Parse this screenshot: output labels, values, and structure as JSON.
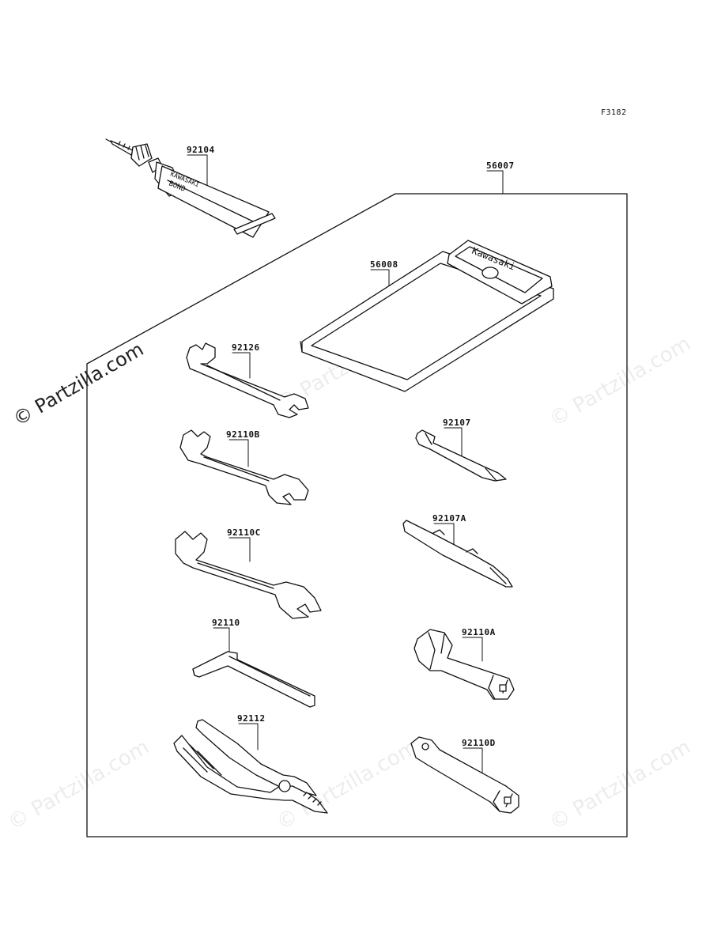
{
  "figure_code": "F3182",
  "watermark": "© Partzilla.com",
  "parts": {
    "bond": "92104",
    "kit": "56007",
    "bag": "56008",
    "wrench_a": "92126",
    "wrench_b": "92110B",
    "wrench_c": "92110C",
    "hex_key": "92110",
    "pliers": "92112",
    "screwdriver_phillips": "92107",
    "screwdriver_combo": "92107A",
    "plug_wrench": "92110A",
    "socket_wrench": "92110D"
  },
  "tube_text": [
    "KAWASAKI",
    "BOND"
  ],
  "bag_text": "Kawasaki"
}
